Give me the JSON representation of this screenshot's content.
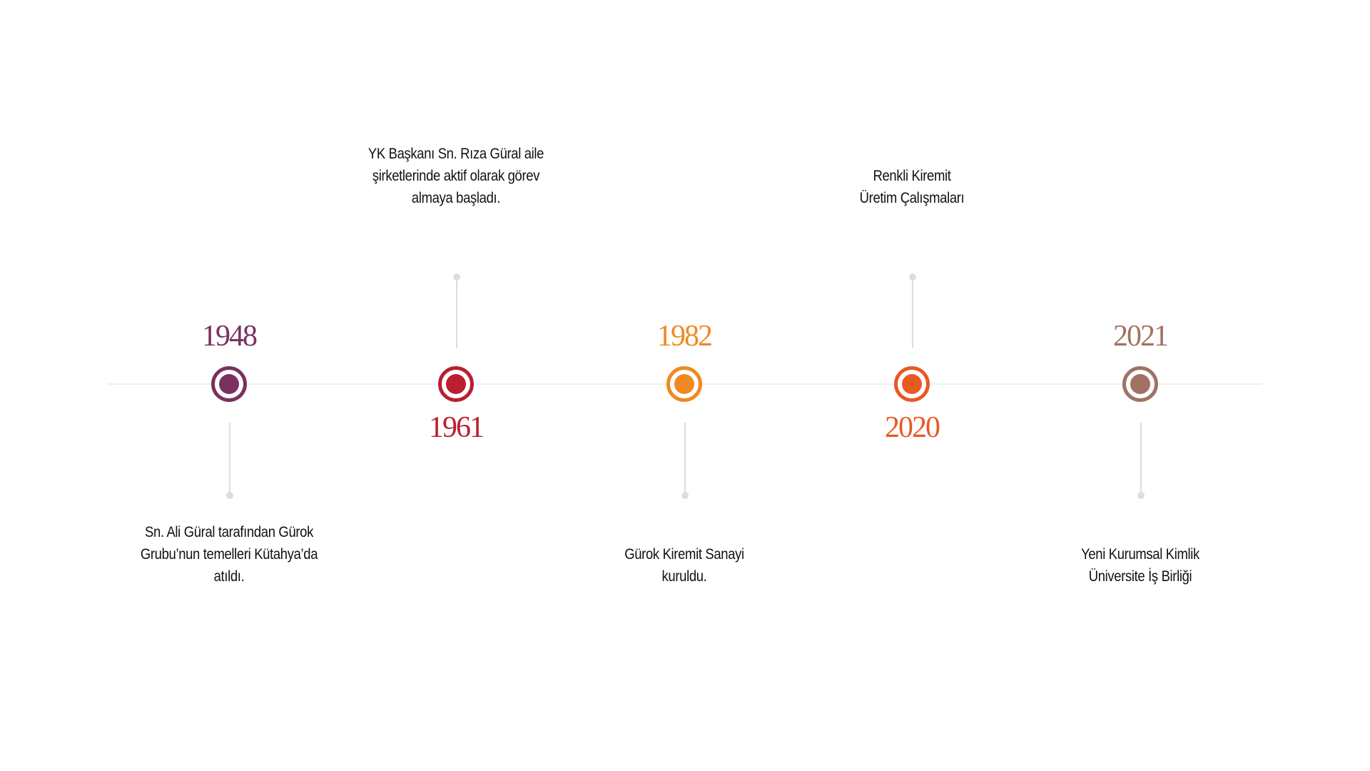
{
  "events": [
    {
      "year": "1948",
      "color": "#7a3160",
      "text": [
        "Sn. Ali Güral tarafından Gürok",
        "Grubu’nun temelleri Kütahya’da",
        "atıldı."
      ]
    },
    {
      "year": "1961",
      "color": "#b9202f",
      "text": [
        "YK Başkanı Sn. Rıza Güral aile",
        "şirketlerinde aktif olarak görev",
        "almaya başladı."
      ]
    },
    {
      "year": "1982",
      "color": "#ef8a22",
      "text": [
        "Gürok Kiremit Sanayi",
        "kuruldu."
      ]
    },
    {
      "year": "2020",
      "color": "#e85a24",
      "text": [
        "Renkli Kiremit",
        "Üretim Çalışmaları"
      ]
    },
    {
      "year": "2021",
      "color": "#a07262",
      "text": [
        "Yeni Kurumsal Kimlik",
        "Üniversite İş Birliği"
      ]
    }
  ]
}
